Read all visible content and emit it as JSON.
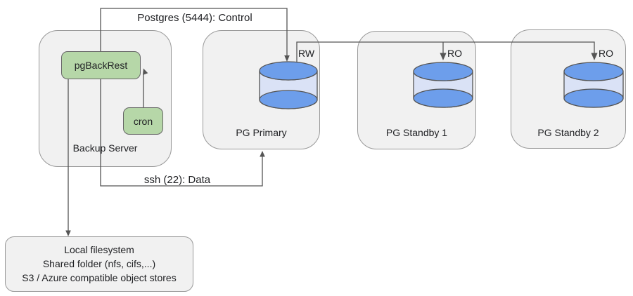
{
  "nodes": {
    "backup_server": {
      "label": "Backup Server"
    },
    "pgbackrest": {
      "label": "pgBackRest"
    },
    "cron": {
      "label": "cron"
    },
    "pg_primary": {
      "label": "PG Primary"
    },
    "pg_standby_1": {
      "label": "PG Standby 1"
    },
    "pg_standby_2": {
      "label": "PG Standby 2"
    },
    "storage": {
      "lines": [
        "Local filesystem",
        "Shared folder (nfs, cifs,...)",
        "S3 / Azure compatible object stores"
      ]
    }
  },
  "edges": {
    "control": {
      "label": "Postgres (5444): Control"
    },
    "ssh_data": {
      "label": "ssh (22): Data"
    },
    "primary_mode": {
      "label": "RW"
    },
    "standby_1_mode": {
      "label": "RO"
    },
    "standby_2_mode": {
      "label": "RO"
    }
  },
  "colors": {
    "server_fill": "#f1f1f1",
    "server_border": "#999999",
    "process_fill": "#b6d7a8",
    "process_border": "#666666",
    "database_fill": "#6d9eeb",
    "database_body_fill": "#dae2f6",
    "connector": "#555555",
    "text": "#202124"
  }
}
